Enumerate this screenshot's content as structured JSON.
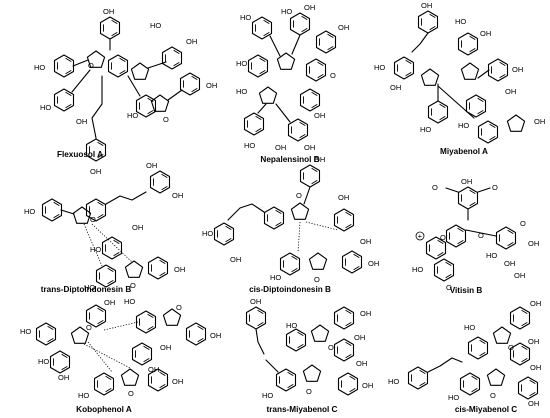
{
  "compounds": [
    {
      "name": "Flexuosol A"
    },
    {
      "name": "Nepalensinol B"
    },
    {
      "name": "Miyabenol A"
    },
    {
      "name": "trans-Diptoindonesin B"
    },
    {
      "name": "cis-Diptoindonesin B"
    },
    {
      "name": "Vitisin B"
    },
    {
      "name": "Kobophenol A"
    },
    {
      "name": "trans-Miyabenol C"
    },
    {
      "name": "cis-Miyabenol C"
    }
  ],
  "atoms": {
    "oh": "OH",
    "ho": "HO",
    "o": "O",
    "o_plus": "O",
    "plus": "+",
    "methoxy": "O"
  }
}
